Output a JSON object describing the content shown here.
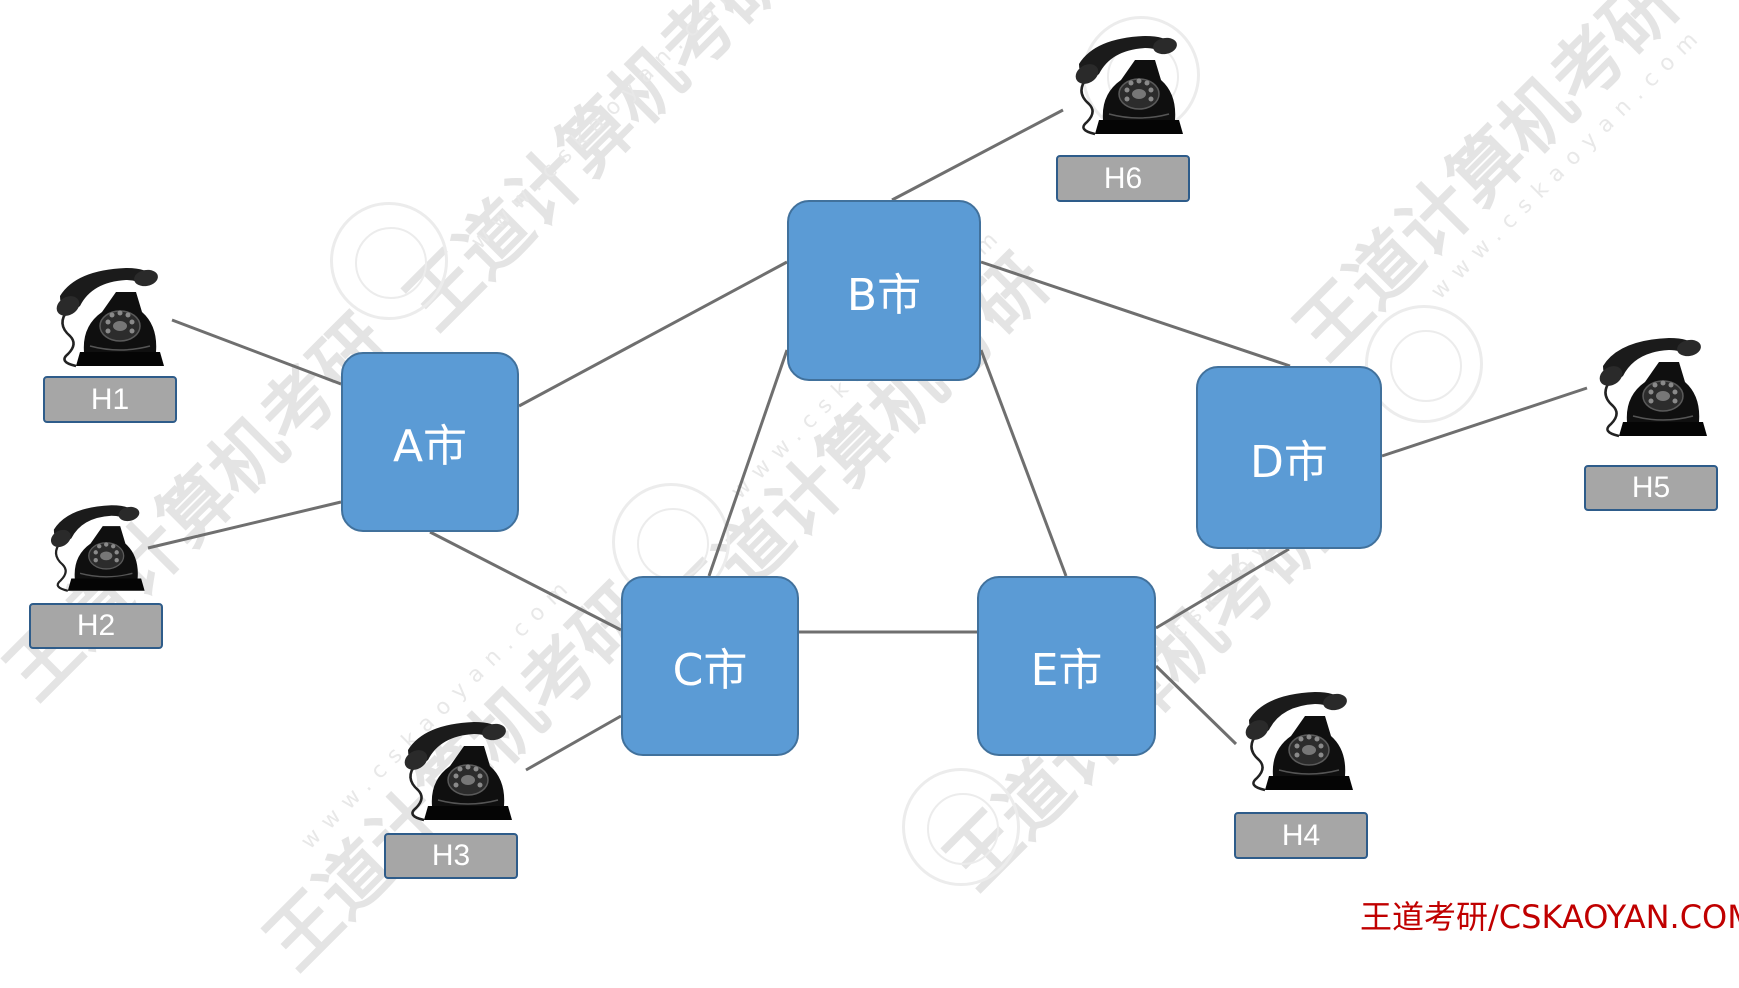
{
  "cities": [
    {
      "id": "A",
      "label": "A市"
    },
    {
      "id": "B",
      "label": "B市"
    },
    {
      "id": "C",
      "label": "C市"
    },
    {
      "id": "D",
      "label": "D市"
    },
    {
      "id": "E",
      "label": "E市"
    }
  ],
  "hosts": [
    {
      "id": "H1",
      "label": "H1",
      "icon": "telephone-icon"
    },
    {
      "id": "H2",
      "label": "H2",
      "icon": "telephone-icon"
    },
    {
      "id": "H3",
      "label": "H3",
      "icon": "telephone-icon"
    },
    {
      "id": "H4",
      "label": "H4",
      "icon": "telephone-icon"
    },
    {
      "id": "H5",
      "label": "H5",
      "icon": "telephone-icon"
    },
    {
      "id": "H6",
      "label": "H6",
      "icon": "telephone-icon"
    }
  ],
  "links": [
    [
      "A",
      "B"
    ],
    [
      "A",
      "C"
    ],
    [
      "B",
      "C"
    ],
    [
      "B",
      "D"
    ],
    [
      "B",
      "E"
    ],
    [
      "C",
      "E"
    ],
    [
      "D",
      "E"
    ],
    [
      "H1",
      "A"
    ],
    [
      "H2",
      "A"
    ],
    [
      "H3",
      "C"
    ],
    [
      "H4",
      "E"
    ],
    [
      "H5",
      "D"
    ],
    [
      "H6",
      "B"
    ]
  ],
  "watermark": {
    "text": "王道计算机考研",
    "url": "www.cskaoyan.com"
  },
  "footer": "王道考研/CSKAOYAN.COM",
  "colors": {
    "city_fill": "#5b9bd5",
    "city_border": "#41719c",
    "host_label_fill": "#a6a6a6",
    "link": "#6f6f6f",
    "footer": "#c00000"
  }
}
